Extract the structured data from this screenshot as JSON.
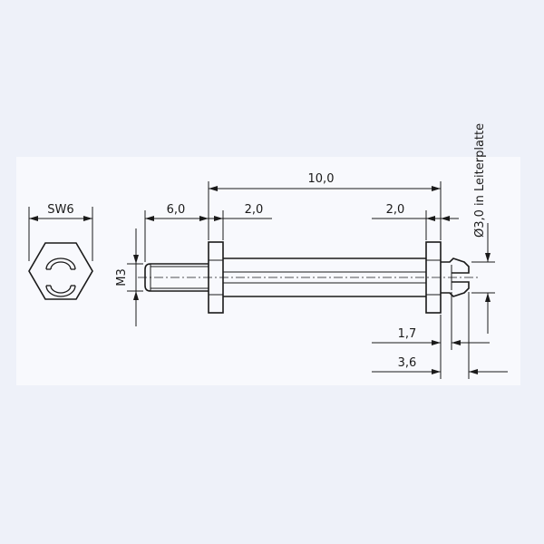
{
  "colors": {
    "page_background": "#eef1f9",
    "sheet_background": "#f8f9fd",
    "line": "#1a1a1a"
  },
  "labels": {
    "wrench_size": "SW6",
    "overall_length": "10,0",
    "thread_length": "6,0",
    "left_collar": "2,0",
    "right_collar": "2,0",
    "thread": "M3",
    "pcb_hole": "Ø3,0 in Leiterplatte",
    "clip_1": "1,7",
    "clip_2": "3,6"
  }
}
